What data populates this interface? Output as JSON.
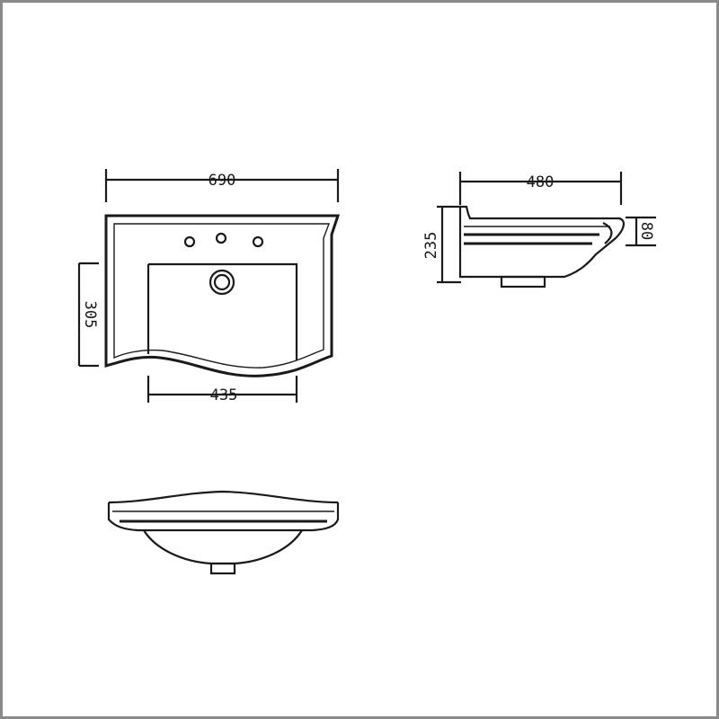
{
  "dimensions": {
    "top_width": "690",
    "top_depth": "305",
    "bowl_width": "435",
    "side_depth": "480",
    "side_height": "235",
    "rim_height": "80"
  }
}
